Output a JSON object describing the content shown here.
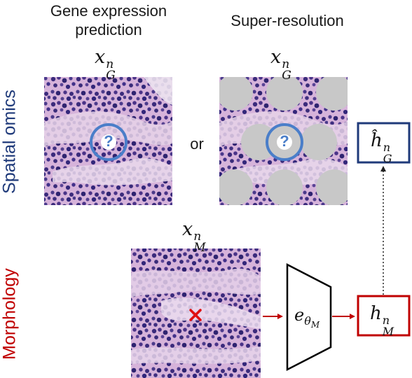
{
  "panels": {
    "gene_expression_line1": "Gene expression",
    "gene_expression_line2": "prediction",
    "super_resolution": "Super-resolution",
    "or_label": "or",
    "question_mark": "?"
  },
  "variables": {
    "xg_base": "x",
    "xg_sup": "n",
    "xg_sub": "G",
    "xm_base": "x",
    "xm_sup": "n",
    "xm_sub": "M",
    "encoder_base": "e",
    "encoder_sub_theta": "θ",
    "encoder_sub_m": "M",
    "hm_base": "h",
    "hm_sup": "n",
    "hm_sub": "M",
    "hg_base": "ĥ",
    "hg_sup": "n",
    "hg_sub": "G"
  },
  "side_labels": {
    "spatial_omics": "Spatial omics",
    "morphology": "Morphology"
  },
  "colors": {
    "spatial_blue": "#1f3a7a",
    "morphology_red": "#c00000",
    "circle_blue": "#4a7ec9",
    "mask_gray": "#c8c8c8",
    "tissue_bg": "#d8b8dc",
    "nucleus": "#3a2a78"
  }
}
